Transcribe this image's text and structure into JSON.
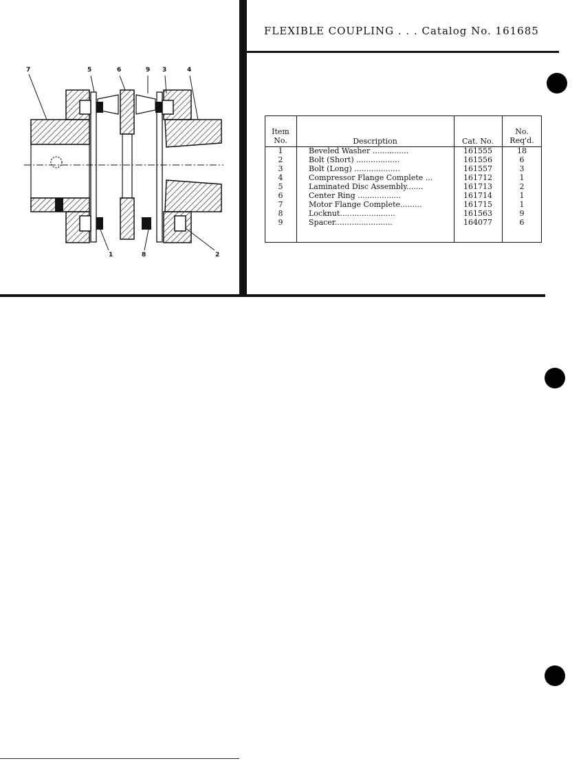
{
  "title": "FLEXIBLE COUPLING . . . Catalog No. 161685",
  "table": {
    "headers": {
      "item_line1": "Item",
      "item_line2": "No.",
      "description": "Description",
      "cat_no": "Cat. No.",
      "qty_line1": "No.",
      "qty_line2": "Req'd."
    },
    "rows": [
      {
        "item": "1",
        "description": "Beveled Washer ...............",
        "cat_no": "161555",
        "qty": "18"
      },
      {
        "item": "2",
        "description": "Bolt (Short) ..................",
        "cat_no": "161556",
        "qty": "6"
      },
      {
        "item": "3",
        "description": "Bolt (Long) ...................",
        "cat_no": "161557",
        "qty": "3"
      },
      {
        "item": "4",
        "description": "Compressor Flange Complete ...",
        "cat_no": "161712",
        "qty": "1"
      },
      {
        "item": "5",
        "description": "Laminated Disc Assembly.......",
        "cat_no": "161713",
        "qty": "2"
      },
      {
        "item": "6",
        "description": "Center Ring ..................",
        "cat_no": "161714",
        "qty": "1"
      },
      {
        "item": "7",
        "description": "Motor Flange Complete.........",
        "cat_no": "161715",
        "qty": "1"
      },
      {
        "item": "8",
        "description": "Locknut.......................",
        "cat_no": "161563",
        "qty": "9"
      },
      {
        "item": "9",
        "description": "Spacer........................",
        "cat_no": "164077",
        "qty": "6"
      }
    ]
  },
  "callouts": {
    "c7": "7",
    "c5": "5",
    "c6": "6",
    "c9": "9",
    "c3": "3",
    "c4": "4",
    "c1": "1",
    "c8": "8",
    "c2": "2"
  }
}
